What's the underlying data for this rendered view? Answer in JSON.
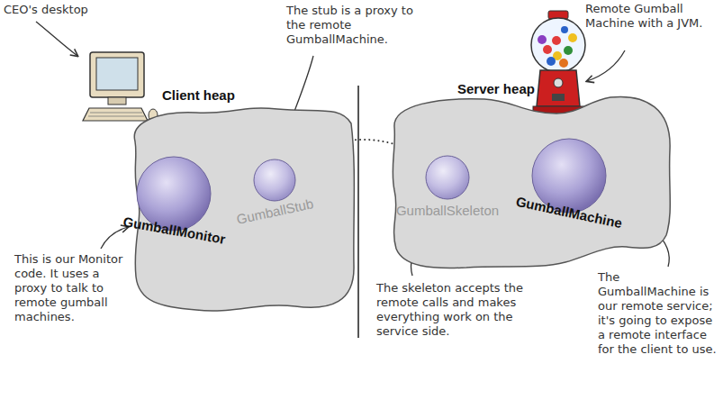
{
  "diagram": {
    "nodes": [
      {
        "text": [
          "Client heap"
        ]
      },
      {
        "text": [
          "GumballMonitor"
        ],
        "in": 0
      },
      {
        "text": [
          "GumballStub"
        ],
        "in": 0
      },
      {
        "text": [
          "Server heap"
        ]
      },
      {
        "text": [
          "GumballSkeleton"
        ],
        "in": 3
      },
      {
        "text": [
          "GumballMachine"
        ],
        "in": 3
      }
    ],
    "edges": [
      {
        "from": 1,
        "to": 2,
        "arrow": "to"
      },
      {
        "from": 2,
        "to": 4,
        "arrow": "to"
      },
      {
        "from": 4,
        "to": 5,
        "arrow": "to"
      }
    ],
    "labels": [
      "CEO's desktop",
      "The stub is a proxy to the remote GumballMachine.",
      "Remote Gumball Machine with a JVM.",
      "This is our Monitor code. It uses a proxy to talk to remote gumball machines.",
      "The skeleton accepts the remote calls and makes everything work on the service side.",
      "The GumballMachine is our remote service; it's going to expose a remote interface for the client to use."
    ]
  }
}
